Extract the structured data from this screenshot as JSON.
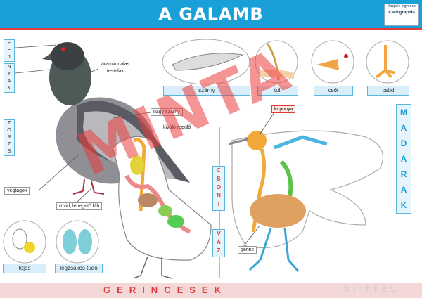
{
  "header": {
    "title": "A GALAMB"
  },
  "publisher": {
    "line1": "Kapja le ingyenes",
    "line2": "Cartographia"
  },
  "footer": {
    "band_text": "GERINCESEK",
    "brand": "STIFFEL"
  },
  "sidebar": {
    "letters": [
      "M",
      "A",
      "D",
      "A",
      "R",
      "A",
      "K"
    ]
  },
  "body_regions": {
    "fej": [
      "F",
      "E",
      "J"
    ],
    "nyak": [
      "N",
      "Y",
      "A",
      "K"
    ],
    "torzs": [
      "T",
      "Ö",
      "R",
      "Z",
      "S"
    ]
  },
  "labels": {
    "aramvonalas": "áramvonalas",
    "testalak": "testalak",
    "nagy_szarny": "nagy szárny",
    "kivalo_repulo": "kiváló repülő",
    "vegtagok": "végtagok",
    "rovid_lab": "rövid, lépegető láb",
    "koponya": "koponya",
    "gerinc": "gerinc"
  },
  "captions": {
    "szarny": "szárny",
    "toll": "toll",
    "csor": "csőr",
    "csud": "csüd",
    "tojas": "tojás",
    "legzsakos_tudo": "légzsákos tüdő"
  },
  "csont_letters": [
    "C",
    "S",
    "O",
    "N",
    "T"
  ],
  "vaz_letters": [
    "V",
    "Á",
    "Z"
  ],
  "watermark": "MINTA",
  "colors": {
    "header": "#1aa0d8",
    "accent_red": "#e23a3a",
    "footer": "#f4d8d8",
    "caption_fill": "#d8eefa"
  }
}
